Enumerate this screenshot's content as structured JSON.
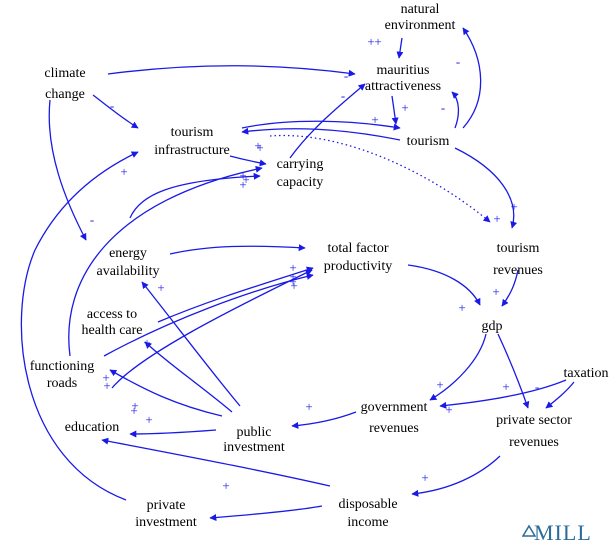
{
  "nodes": {
    "natural_environment": [
      "natural",
      "environment"
    ],
    "climate_change": [
      "climate",
      "change"
    ],
    "mauritius_attractiveness": [
      "mauritius",
      "attractiveness"
    ],
    "tourism_infrastructure": [
      "tourism",
      "infrastructure"
    ],
    "tourism": [
      "tourism"
    ],
    "carrying_capacity": [
      "carrying",
      "capacity"
    ],
    "energy_availability": [
      "energy",
      "availability"
    ],
    "total_factor_productivity": [
      "total factor",
      "productivity"
    ],
    "tourism_revenues": [
      "tourism",
      "revenues"
    ],
    "access_to_health_care": [
      "access to",
      "health care"
    ],
    "gdp": [
      "gdp"
    ],
    "functioning_roads": [
      "functioning",
      "roads"
    ],
    "taxation": [
      "taxation"
    ],
    "government_revenues": [
      "government",
      "revenues"
    ],
    "education": [
      "education"
    ],
    "public_investment": [
      "public",
      "investment"
    ],
    "private_sector_revenues": [
      "private sector",
      "revenues"
    ],
    "private_investment": [
      "private",
      "investment"
    ],
    "disposable_income": [
      "disposable",
      "income"
    ]
  },
  "links": [
    {
      "from": "climate_change",
      "to": "mauritius_attractiveness",
      "polarity": "-"
    },
    {
      "from": "climate_change",
      "to": "tourism_infrastructure",
      "polarity": "-"
    },
    {
      "from": "climate_change",
      "to": "energy_availability",
      "polarity": "-"
    },
    {
      "from": "natural_environment",
      "to": "mauritius_attractiveness",
      "polarity": "+"
    },
    {
      "from": "tourism",
      "to": "natural_environment",
      "polarity": "-"
    },
    {
      "from": "mauritius_attractiveness",
      "to": "tourism",
      "polarity": "+"
    },
    {
      "from": "tourism",
      "to": "mauritius_attractiveness",
      "polarity": "-"
    },
    {
      "from": "tourism_infrastructure",
      "to": "tourism",
      "polarity": "+"
    },
    {
      "from": "tourism",
      "to": "tourism_infrastructure",
      "polarity": "+"
    },
    {
      "from": "carrying_capacity",
      "to": "mauritius_attractiveness",
      "polarity": "-"
    },
    {
      "from": "tourism_infrastructure",
      "to": "carrying_capacity",
      "polarity": "+"
    },
    {
      "from": "tourism_infrastructure",
      "to": "tourism_revenues",
      "polarity": "+",
      "style": "dotted"
    },
    {
      "from": "tourism",
      "to": "tourism_revenues",
      "polarity": "+"
    },
    {
      "from": "energy_availability",
      "to": "carrying_capacity",
      "polarity": "+"
    },
    {
      "from": "functioning_roads",
      "to": "carrying_capacity",
      "polarity": "+"
    },
    {
      "from": "energy_availability",
      "to": "total_factor_productivity",
      "polarity": "+"
    },
    {
      "from": "access_to_health_care",
      "to": "total_factor_productivity",
      "polarity": "+"
    },
    {
      "from": "functioning_roads",
      "to": "total_factor_productivity",
      "polarity": "+"
    },
    {
      "from": "education",
      "to": "total_factor_productivity",
      "polarity": "+"
    },
    {
      "from": "total_factor_productivity",
      "to": "gdp",
      "polarity": "+"
    },
    {
      "from": "tourism_revenues",
      "to": "gdp",
      "polarity": "+"
    },
    {
      "from": "gdp",
      "to": "government_revenues",
      "polarity": "+"
    },
    {
      "from": "gdp",
      "to": "private_sector_revenues",
      "polarity": "+"
    },
    {
      "from": "taxation",
      "to": "government_revenues",
      "polarity": "+"
    },
    {
      "from": "taxation",
      "to": "private_sector_revenues",
      "polarity": "-"
    },
    {
      "from": "government_revenues",
      "to": "public_investment",
      "polarity": "+"
    },
    {
      "from": "public_investment",
      "to": "energy_availability",
      "polarity": "+"
    },
    {
      "from": "public_investment",
      "to": "access_to_health_care",
      "polarity": "+"
    },
    {
      "from": "public_investment",
      "to": "functioning_roads",
      "polarity": "+"
    },
    {
      "from": "public_investment",
      "to": "education",
      "polarity": "+"
    },
    {
      "from": "private_sector_revenues",
      "to": "disposable_income",
      "polarity": "+"
    },
    {
      "from": "disposable_income",
      "to": "education",
      "polarity": "+"
    },
    {
      "from": "disposable_income",
      "to": "private_investment",
      "polarity": "+"
    },
    {
      "from": "private_investment",
      "to": "tourism_infrastructure",
      "polarity": "+"
    }
  ],
  "extra_polarity_marks": [
    "+",
    "+",
    "+",
    "+"
  ],
  "watermark": "MILL",
  "colors": {
    "link": "#1a1ae6",
    "text": "#000000",
    "watermark": "#2a6d9a"
  }
}
